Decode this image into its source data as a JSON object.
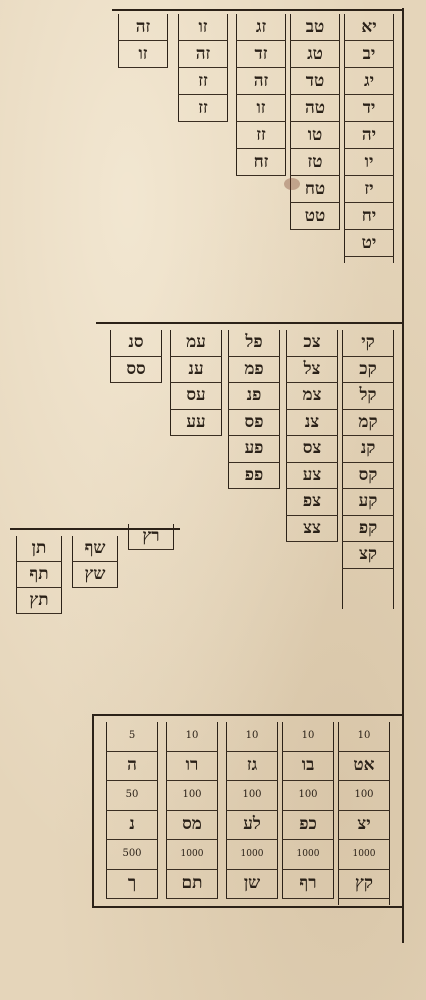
{
  "table1": {
    "columns": [
      [
        "יא",
        "יב",
        "יג",
        "יד",
        "יה",
        "יו",
        "יז",
        "יח",
        "יט"
      ],
      [
        "טב",
        "טג",
        "טד",
        "טה",
        "טו",
        "טז",
        "טח",
        "טט"
      ],
      [
        "זג",
        "זד",
        "זה",
        "זו",
        "זז",
        "זח"
      ],
      [
        "זו",
        "זה",
        "זז",
        "זז"
      ],
      [
        "זה",
        "זו"
      ]
    ]
  },
  "table2": {
    "columns": [
      [
        "קי",
        "קכ",
        "קל",
        "קמ",
        "קנ",
        "קס",
        "קע",
        "קפ",
        "קצ"
      ],
      [
        "צכ",
        "צל",
        "צמ",
        "צנ",
        "צס",
        "צע",
        "צפ",
        "צצ"
      ],
      [
        "פל",
        "פמ",
        "פנ",
        "פס",
        "פע",
        "פפ"
      ],
      [
        "עמ",
        "ענ",
        "עס",
        "עע"
      ],
      [
        "סנ",
        "סס"
      ]
    ]
  },
  "table3": {
    "columns": [
      [
        "רץ"
      ],
      [
        "שף",
        "שץ"
      ],
      [
        "תן",
        "תף",
        "תץ"
      ]
    ]
  },
  "table4": {
    "columns": [
      [
        "10",
        "אט",
        "100",
        "יצ",
        "1000",
        "קץ"
      ],
      [
        "10",
        "בו",
        "100",
        "כפ",
        "1000",
        "רף"
      ],
      [
        "10",
        "גז",
        "100",
        "לע",
        "1000",
        "שן"
      ],
      [
        "10",
        "רו",
        "100",
        "מס",
        "1000",
        "תם"
      ],
      [
        "5",
        "ה",
        "50",
        "נ",
        "500",
        "ך"
      ]
    ]
  }
}
